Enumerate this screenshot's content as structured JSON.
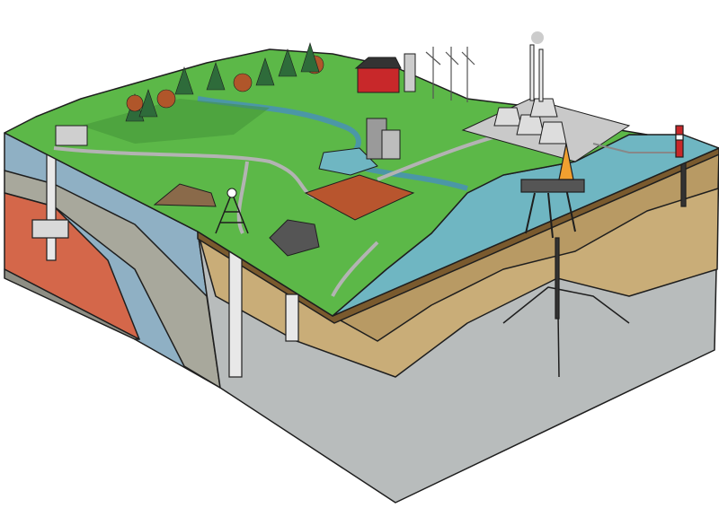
{
  "diagram": {
    "kind": "geological-block-diagram",
    "colors": {
      "land": "#5cb848",
      "land_dark": "#3f8f35",
      "water": "#6fb6c2",
      "water_dark": "#4b97a6",
      "topsoil": "#7a5a2e",
      "sand_layer": "#c9ad78",
      "grey_layer": "#b8bcbc",
      "left_blue": "#8fb0c4",
      "left_red": "#d4674a",
      "left_grey": "#a8a89c",
      "road": "#b3b3b3",
      "tree": "#2e6b3a",
      "tree_autumn": "#b0562a",
      "farm_red": "#c8282a",
      "outline": "#1e1e1e"
    },
    "features": [
      "forest",
      "farm",
      "silo",
      "wind-turbines",
      "power-plant",
      "cooling-towers",
      "river",
      "city-buildings",
      "mine-headframe",
      "factory",
      "spoil-heap",
      "oil-rig",
      "lighthouse",
      "pipeline",
      "mine-shaft",
      "sea"
    ]
  }
}
